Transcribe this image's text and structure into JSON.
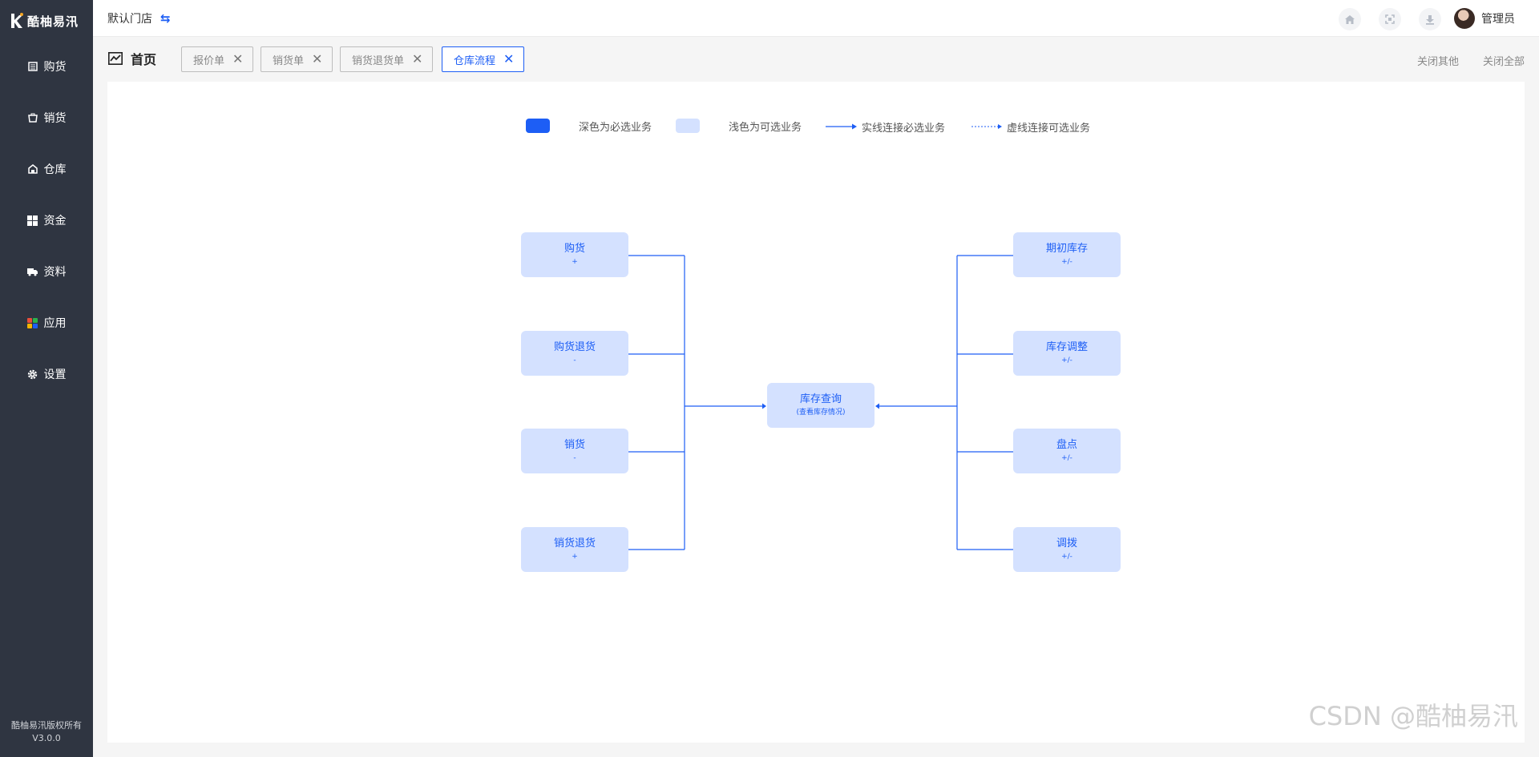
{
  "sidebar": {
    "logo_text": "酷柚易汛",
    "items": [
      {
        "label": "购货",
        "icon": "purchase-icon"
      },
      {
        "label": "销货",
        "icon": "sales-icon"
      },
      {
        "label": "仓库",
        "icon": "warehouse-icon"
      },
      {
        "label": "资金",
        "icon": "funds-icon"
      },
      {
        "label": "资料",
        "icon": "data-icon"
      },
      {
        "label": "应用",
        "icon": "apps-icon"
      },
      {
        "label": "设置",
        "icon": "settings-icon"
      }
    ],
    "copyright": "酷柚易汛版权所有",
    "version": "V3.0.0"
  },
  "header": {
    "store_name": "默认门店",
    "swap_icon": "swap-icon",
    "user_name": "管理员"
  },
  "tabs": {
    "home_label": "首页",
    "items": [
      {
        "label": "报价单",
        "active": false
      },
      {
        "label": "销货单",
        "active": false
      },
      {
        "label": "销货退货单",
        "active": false
      },
      {
        "label": "仓库流程",
        "active": true
      }
    ],
    "close_others": "关闭其他",
    "close_all": "关闭全部"
  },
  "legend": {
    "dark_label": "深色为必选业务",
    "light_label": "浅色为可选业务",
    "solid_label": "实线连接必选业务",
    "dashed_label": "虚线连接可选业务",
    "dark_color": "#1d5ef5",
    "light_color": "#d4e1ff"
  },
  "flow": {
    "left": [
      {
        "title": "购货",
        "sub": "+"
      },
      {
        "title": "购货退货",
        "sub": "-"
      },
      {
        "title": "销货",
        "sub": "-"
      },
      {
        "title": "销货退货",
        "sub": "+"
      }
    ],
    "center": {
      "title": "库存查询",
      "sub": "(查看库存情况)"
    },
    "right": [
      {
        "title": "期初库存",
        "sub": "+/-"
      },
      {
        "title": "库存调整",
        "sub": "+/-"
      },
      {
        "title": "盘点",
        "sub": "+/-"
      },
      {
        "title": "调拨",
        "sub": "+/-"
      }
    ]
  },
  "watermark": "CSDN @酷柚易汛"
}
